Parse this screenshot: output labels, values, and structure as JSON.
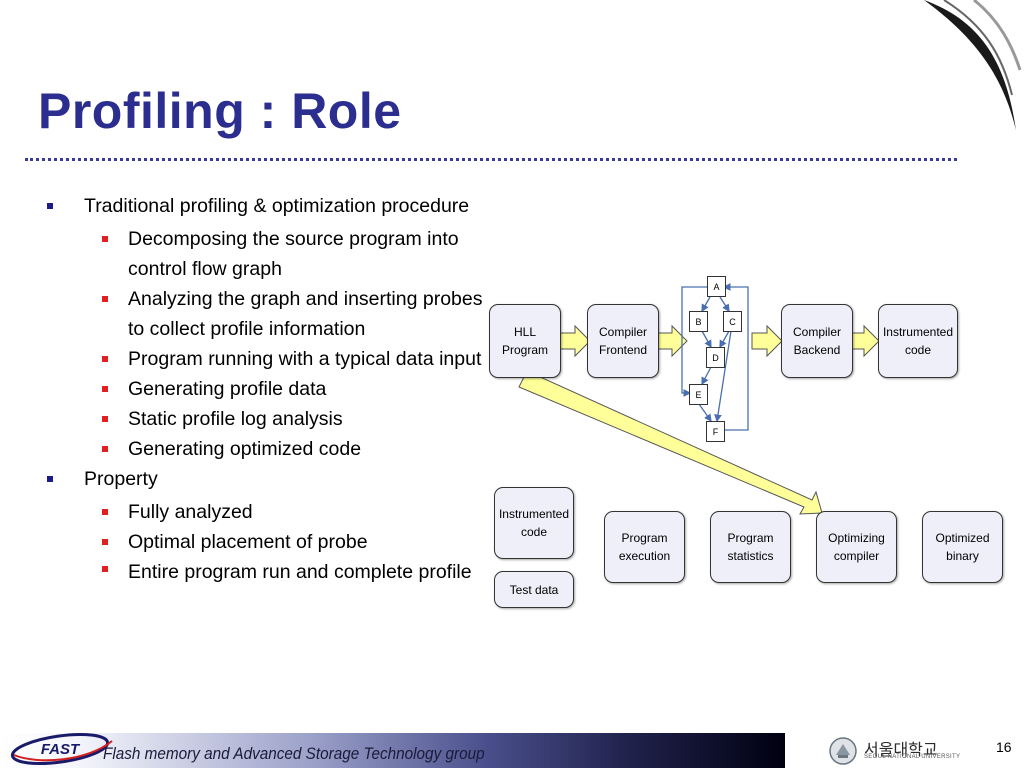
{
  "slide": {
    "title": "Profiling : Role",
    "page_number": "16"
  },
  "bullets": {
    "b1": "Traditional profiling & optimization procedure",
    "b1_sub": [
      "Decomposing the source program into control flow graph",
      "Analyzing the graph and inserting probes to collect profile information",
      "Program running with a typical data input",
      "Generating profile data",
      "Static profile log analysis",
      "Generating optimized code"
    ],
    "b2": "Property",
    "b2_sub": [
      "Fully analyzed",
      "Optimal placement of probe",
      "Entire program run and complete profile"
    ]
  },
  "diagram": {
    "top_row": {
      "hll": [
        "HLL",
        "Program"
      ],
      "frontend": [
        "Compiler",
        "Frontend"
      ],
      "backend": [
        "Compiler",
        "Backend"
      ],
      "instrumented": [
        "Instrumented",
        "code"
      ]
    },
    "cfg_nodes": {
      "a": "A",
      "b": "B",
      "c": "C",
      "d": "D",
      "e": "E",
      "f": "F"
    },
    "bottom_row": {
      "instrumented": [
        "Instrumented",
        "code"
      ],
      "test_data": "Test data",
      "execution": [
        "Program",
        "execution"
      ],
      "statistics": [
        "Program",
        "statistics"
      ],
      "opt_compiler": [
        "Optimizing",
        "compiler"
      ],
      "opt_binary": [
        "Optimized",
        "binary"
      ]
    }
  },
  "footer": {
    "logo_text": "FAST",
    "tagline": "Flash memory and Advanced Storage Technology group",
    "university_korean": "서울대학교",
    "university_english": "SEOUL NATIONAL UNIVERSITY"
  },
  "colors": {
    "title": "#2b2d8f",
    "level1_bullet": "#1a1a8a",
    "level2_bullet": "#e02020",
    "box_fill": "#eeeff8",
    "arrow_fill": "#ffff99",
    "cfg_edge": "#4a6fb0"
  }
}
